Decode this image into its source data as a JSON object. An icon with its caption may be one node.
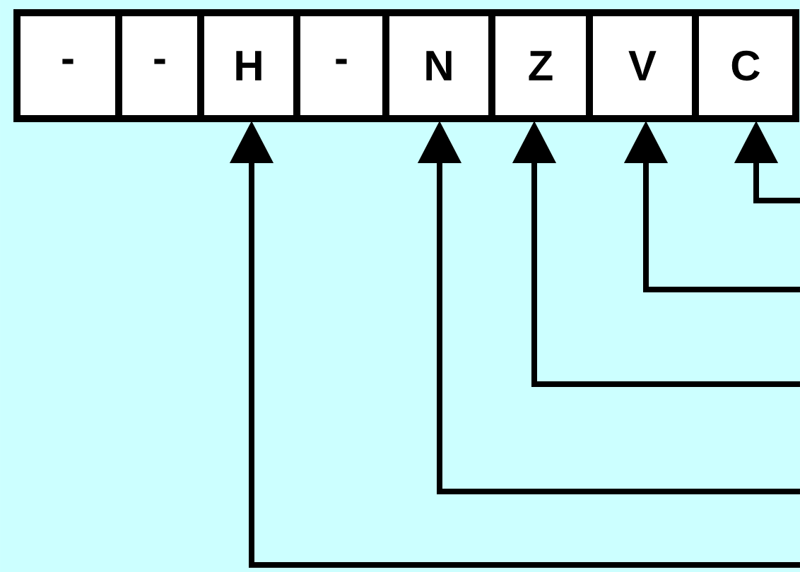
{
  "diagram": {
    "nodes": [
      {
        "text": [
          "-"
        ]
      },
      {
        "text": [
          "-"
        ]
      },
      {
        "text": [
          "H"
        ]
      },
      {
        "text": [
          "-"
        ]
      },
      {
        "text": [
          "N"
        ]
      },
      {
        "text": [
          "Z"
        ]
      },
      {
        "text": [
          "V"
        ]
      },
      {
        "text": [
          "C"
        ]
      }
    ],
    "edges": [
      {
        "from": null,
        "to": 7,
        "arrow": "to"
      },
      {
        "from": null,
        "to": 6,
        "arrow": "to"
      },
      {
        "from": null,
        "to": 5,
        "arrow": "to"
      },
      {
        "from": null,
        "to": 4,
        "arrow": "to"
      },
      {
        "from": null,
        "to": 2,
        "arrow": "to"
      }
    ]
  }
}
